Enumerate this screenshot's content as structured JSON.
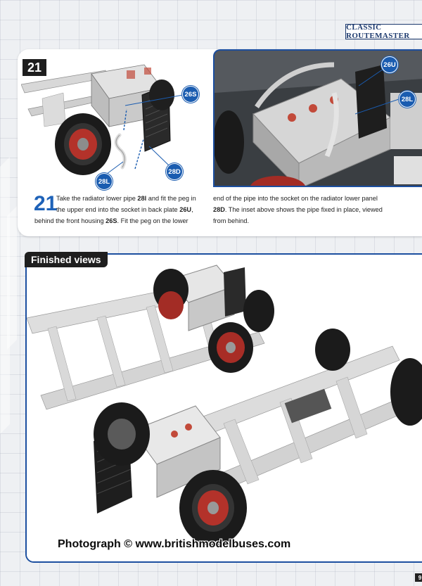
{
  "header": {
    "series": "CLASSIC ROUTEMASTER"
  },
  "step": {
    "tag": "21",
    "number": "21",
    "callouts": [
      "26S",
      "28L",
      "28D"
    ],
    "inset_callouts": [
      "26U",
      "28L"
    ],
    "col1": [
      [
        "Take the radiator lower pipe ",
        "28l",
        " and fit the peg in"
      ],
      [
        "the upper end into the socket in back plate ",
        "26U",
        ","
      ],
      [
        "behind the front housing ",
        "26S",
        ". Fit the peg on the lower"
      ]
    ],
    "col2": [
      [
        "end of the pipe into the socket on the radiator lower panel",
        "",
        ""
      ],
      [
        "",
        "28D",
        ". The inset above shows the pipe fixed in place, viewed"
      ],
      [
        "from behind.",
        "",
        ""
      ]
    ]
  },
  "finished": {
    "title": "Finished views"
  },
  "watermark": "Photograph © www.britishmodelbuses.com",
  "page_number": "9",
  "colors": {
    "accent": "#1e62b8",
    "panel_border": "#1c4fa0",
    "tag_bg": "#1e1e1e"
  }
}
